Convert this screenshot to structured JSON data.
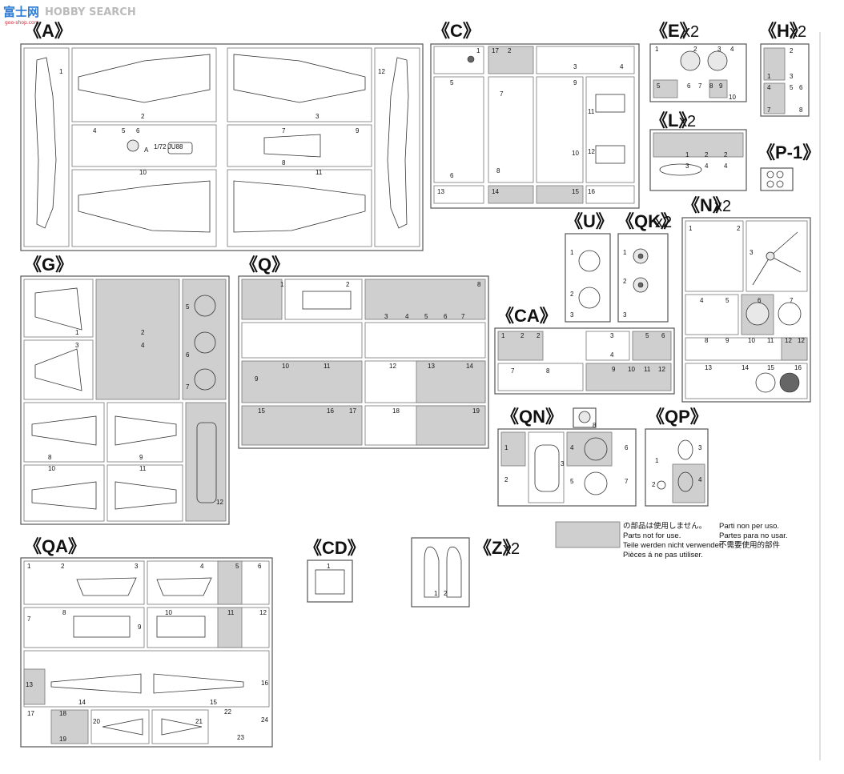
{
  "watermark": {
    "cn": "富士网",
    "text": "HOBBY SEARCH",
    "url": "goo-shop.com"
  },
  "sprues": {
    "A": {
      "title": "《A》",
      "count": "",
      "parts": [
        "1",
        "2",
        "3",
        "4",
        "5",
        "6",
        "7",
        "8",
        "9",
        "10",
        "11",
        "12"
      ],
      "marking": "1/72 JU88"
    },
    "C": {
      "title": "《C》",
      "count": "",
      "parts": [
        "1",
        "17",
        "2",
        "3",
        "4",
        "5",
        "7",
        "9",
        "6",
        "8",
        "10",
        "11",
        "12",
        "13",
        "14",
        "15",
        "16"
      ]
    },
    "E": {
      "title": "《E》",
      "count": "x2",
      "parts": [
        "1",
        "2",
        "3",
        "4",
        "5",
        "6",
        "7",
        "8",
        "9",
        "10"
      ]
    },
    "H": {
      "title": "《H》",
      "count": "x2",
      "parts": [
        "1",
        "2",
        "3",
        "4",
        "5",
        "6",
        "7",
        "8"
      ]
    },
    "L": {
      "title": "《L》",
      "count": "x2",
      "parts": [
        "1",
        "2",
        "2",
        "3",
        "4",
        "4"
      ]
    },
    "P1": {
      "title": "《P-1》",
      "count": ""
    },
    "U": {
      "title": "《U》",
      "count": "",
      "parts": [
        "1",
        "2",
        "3"
      ]
    },
    "QK": {
      "title": "《QK》",
      "count": "x2",
      "parts": [
        "1",
        "2",
        "3"
      ]
    },
    "N": {
      "title": "《N》",
      "count": "x2",
      "parts": [
        "1",
        "2",
        "3",
        "4",
        "5",
        "6",
        "7",
        "8",
        "9",
        "10",
        "11",
        "12",
        "13",
        "14",
        "15",
        "16"
      ]
    },
    "G": {
      "title": "《G》",
      "count": "",
      "parts": [
        "1",
        "2",
        "3",
        "4",
        "5",
        "6",
        "7",
        "8",
        "9",
        "10",
        "11",
        "12"
      ]
    },
    "Q": {
      "title": "《Q》",
      "count": "",
      "parts": [
        "1",
        "2",
        "3",
        "4",
        "5",
        "6",
        "7",
        "8",
        "9",
        "10",
        "11",
        "12",
        "13",
        "14",
        "15",
        "16",
        "17",
        "18",
        "19"
      ]
    },
    "CA": {
      "title": "《CA》",
      "count": "",
      "parts": [
        "1",
        "2",
        "2",
        "3",
        "4",
        "5",
        "6",
        "7",
        "8",
        "9",
        "10",
        "11",
        "12"
      ]
    },
    "QN": {
      "title": "《QN》",
      "count": "",
      "parts": [
        "1",
        "2",
        "3",
        "4",
        "5",
        "6",
        "7",
        "8"
      ]
    },
    "QP": {
      "title": "《QP》",
      "count": "",
      "parts": [
        "1",
        "2",
        "3",
        "4"
      ]
    },
    "QA": {
      "title": "《QA》",
      "count": "",
      "parts": [
        "1",
        "2",
        "3",
        "4",
        "5",
        "6",
        "7",
        "8",
        "9",
        "10",
        "11",
        "12",
        "13",
        "14",
        "15",
        "16",
        "17",
        "18",
        "19",
        "20",
        "21",
        "22",
        "23",
        "24"
      ]
    },
    "CD": {
      "title": "《CD》",
      "count": "",
      "parts": [
        "1"
      ]
    },
    "Z": {
      "title": "《Z》",
      "count": "x2",
      "parts": [
        "1",
        "2"
      ]
    }
  },
  "legend": {
    "lines_left": [
      "の部品は使用しません。",
      "Parts not for use.",
      "Teile werden nicht verwendet.",
      "Pièces á ne pas utiliser."
    ],
    "lines_right": [
      "Parti non per uso.",
      "Partes para no usar.",
      "不需要使用的部件"
    ],
    "swatch_color": "#cfcfcf"
  },
  "colors": {
    "unused_parts": "#cfcfcf",
    "frame": "#555555"
  }
}
